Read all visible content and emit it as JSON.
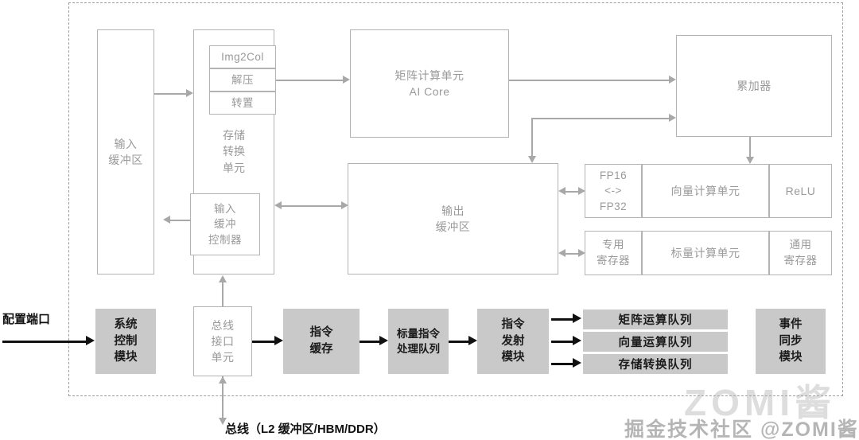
{
  "diagram": {
    "title": "AI Core Architecture Block Diagram",
    "colors": {
      "box_border": "#b3b3b3",
      "box_text": "#9a9a9a",
      "gray_fill": "#c9c9c9",
      "dark_text": "#111111",
      "connector": "#a8a8a8",
      "dashed_frame": "#9e9e9e"
    }
  },
  "blocks": {
    "input_buffer": "输入\n缓冲区",
    "storage_convert_unit": "存储\n转换\n单元",
    "img2col": "Img2Col",
    "decompress": "解压",
    "transpose": "转置",
    "input_buffer_controller": "输入\n缓冲\n控制器",
    "matrix_unit": "矩阵计算单元\nAI Core",
    "accumulator": "累加器",
    "output_buffer": "输出\n缓冲区",
    "fp_convert": "FP16\n<->\nFP32",
    "vector_unit": "向量计算单元",
    "relu": "ReLU",
    "special_register": "专用\n寄存器",
    "scalar_unit": "标量计算单元",
    "general_register": "通用\n寄存器",
    "system_control": "系统\n控制\n模块",
    "bus_interface_unit": "总线\n接口\n单元",
    "instruction_cache": "指令\n缓存",
    "scalar_instruction_queue": "标量指令\n处理队列",
    "instruction_dispatch": "指令\n发射\n模块",
    "event_sync": "事件\n同步\n模块"
  },
  "queues": [
    "矩阵运算队列",
    "向量运算队列",
    "存储转换队列"
  ],
  "labels": {
    "config_port": "配置端口",
    "bus_external": "总线（L2 缓冲区/HBM/DDR）"
  },
  "watermark": {
    "text": "掘金技术社区 @ZOMI酱",
    "ghost": "ZOMI酱"
  }
}
